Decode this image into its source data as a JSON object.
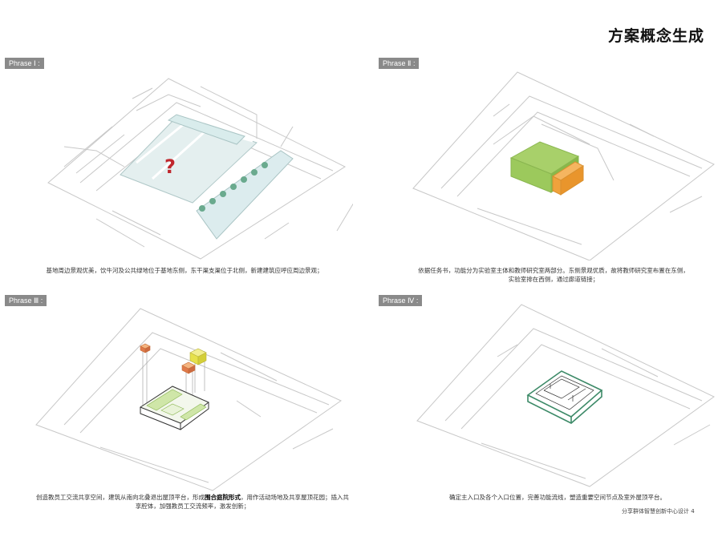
{
  "title": "方案概念生成",
  "panels": [
    {
      "tag": "Phrase Ⅰ :",
      "caption": "基地周边景观优美，饮牛河及公共绿地位于基地东侧，东干渠支渠位于北侧，新建建筑应呼应周边景观；",
      "marker": "?"
    },
    {
      "tag": "Phrase Ⅱ :",
      "caption": "依据任务书，功能分为实验室主体和教师研究室两部分。东侧景观优质，故将教师研究室布置在东侧，实验室排在西侧，通过廊道链接；"
    },
    {
      "tag": "Phrase Ⅲ :",
      "caption_pre": "创造教员工交流共享空间，建筑从南向北叠退出屋顶平台，形成",
      "caption_bold": "围合庭院形式",
      "caption_post": "，用作活动场地及共享屋顶花园；插入共享腔体，加强教员工交流频率，激发创新；"
    },
    {
      "tag": "Phrase Ⅳ :",
      "caption": "确定主入口及各个入口位置，完善功能流线，塑造重要空间节点及室外屋顶平台。"
    }
  ],
  "footer": "分享群体智慧创新中心设计 4",
  "colors": {
    "green": "#9cc95c",
    "orange": "#f0a23c",
    "water": "#dcecec",
    "red": "#c0272d",
    "yellow": "#e6e14a"
  }
}
